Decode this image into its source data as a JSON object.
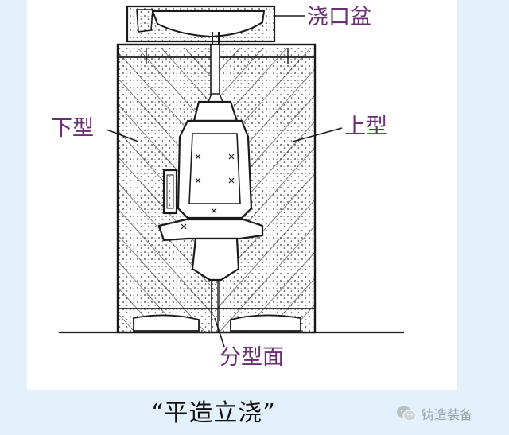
{
  "labels": {
    "pouring_basin": "浇口盆",
    "lower_mold": "下型",
    "upper_mold": "上型",
    "parting_surface": "分型面"
  },
  "caption": "“平造立浇”",
  "watermark": {
    "text": "铸造装备",
    "icon": "wechat-icon"
  },
  "colors": {
    "page_background": "#e2f1fb",
    "diagram_background": "#ffffff",
    "line": "#1a1a1a",
    "label_text": "#6a2f73",
    "caption_text": "#111111",
    "watermark_text": "#9aa3a8"
  }
}
